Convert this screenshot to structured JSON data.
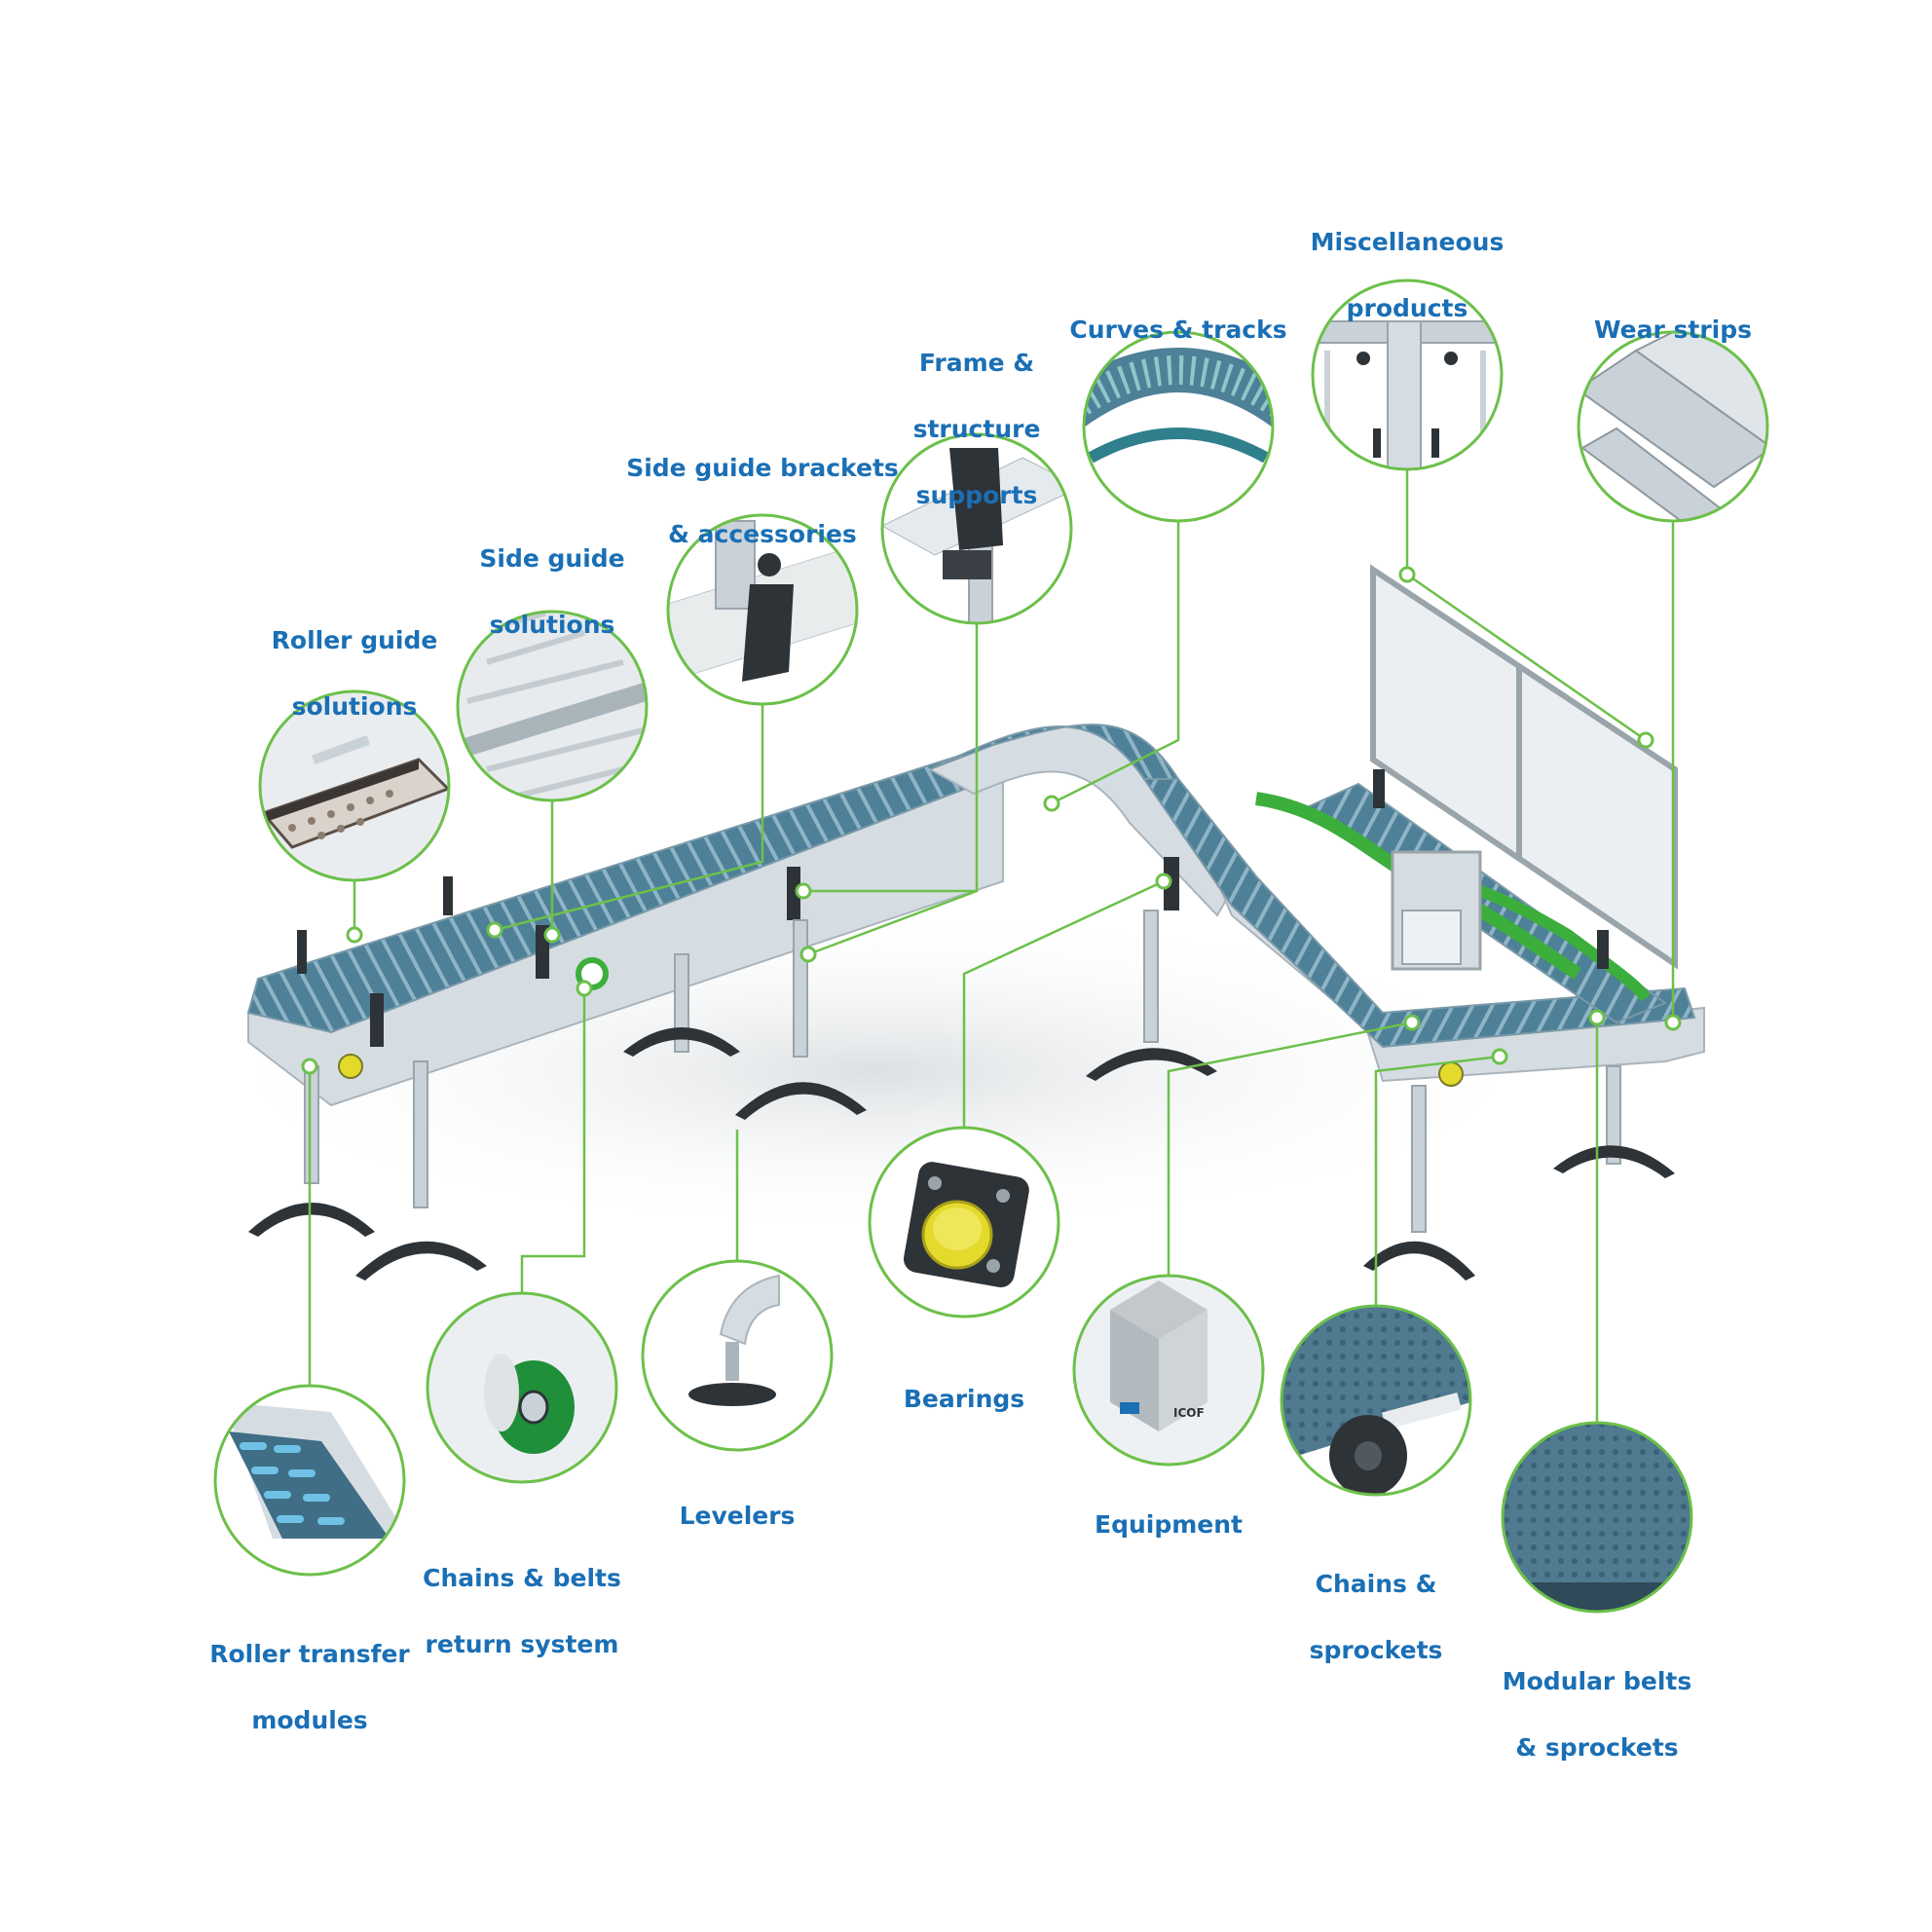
{
  "colors": {
    "label": "#1a6fb5",
    "callout": "#6cc04a",
    "belt": "#4e8098",
    "frame": "#c9d2d8",
    "dark": "#2e3338",
    "bearing_yellow": "#e3da2b",
    "guide_green": "#3cae3c"
  },
  "labels": {
    "miscellaneous_products": [
      "Miscellaneous",
      "products"
    ],
    "curves_tracks": [
      "Curves & tracks"
    ],
    "wear_strips": [
      "Wear strips"
    ],
    "frame_structure_supports": [
      "Frame &",
      "structure",
      "supports"
    ],
    "side_guide_brackets": [
      "Side guide brackets",
      "& accessories"
    ],
    "side_guide_solutions": [
      "Side guide",
      "solutions"
    ],
    "roller_guide_solutions": [
      "Roller guide",
      "solutions"
    ],
    "roller_transfer_modules": [
      "Roller transfer",
      "modules"
    ],
    "chains_belts_return": [
      "Chains & belts",
      "return system"
    ],
    "levelers": [
      "Levelers"
    ],
    "bearings": [
      "Bearings"
    ],
    "equipment": [
      "Equipment"
    ],
    "chains_sprockets": [
      "Chains &",
      "sprockets"
    ],
    "modular_belts_sprockets": [
      "Modular belts",
      "& sprockets"
    ]
  },
  "equipment_logo": "ICOF"
}
